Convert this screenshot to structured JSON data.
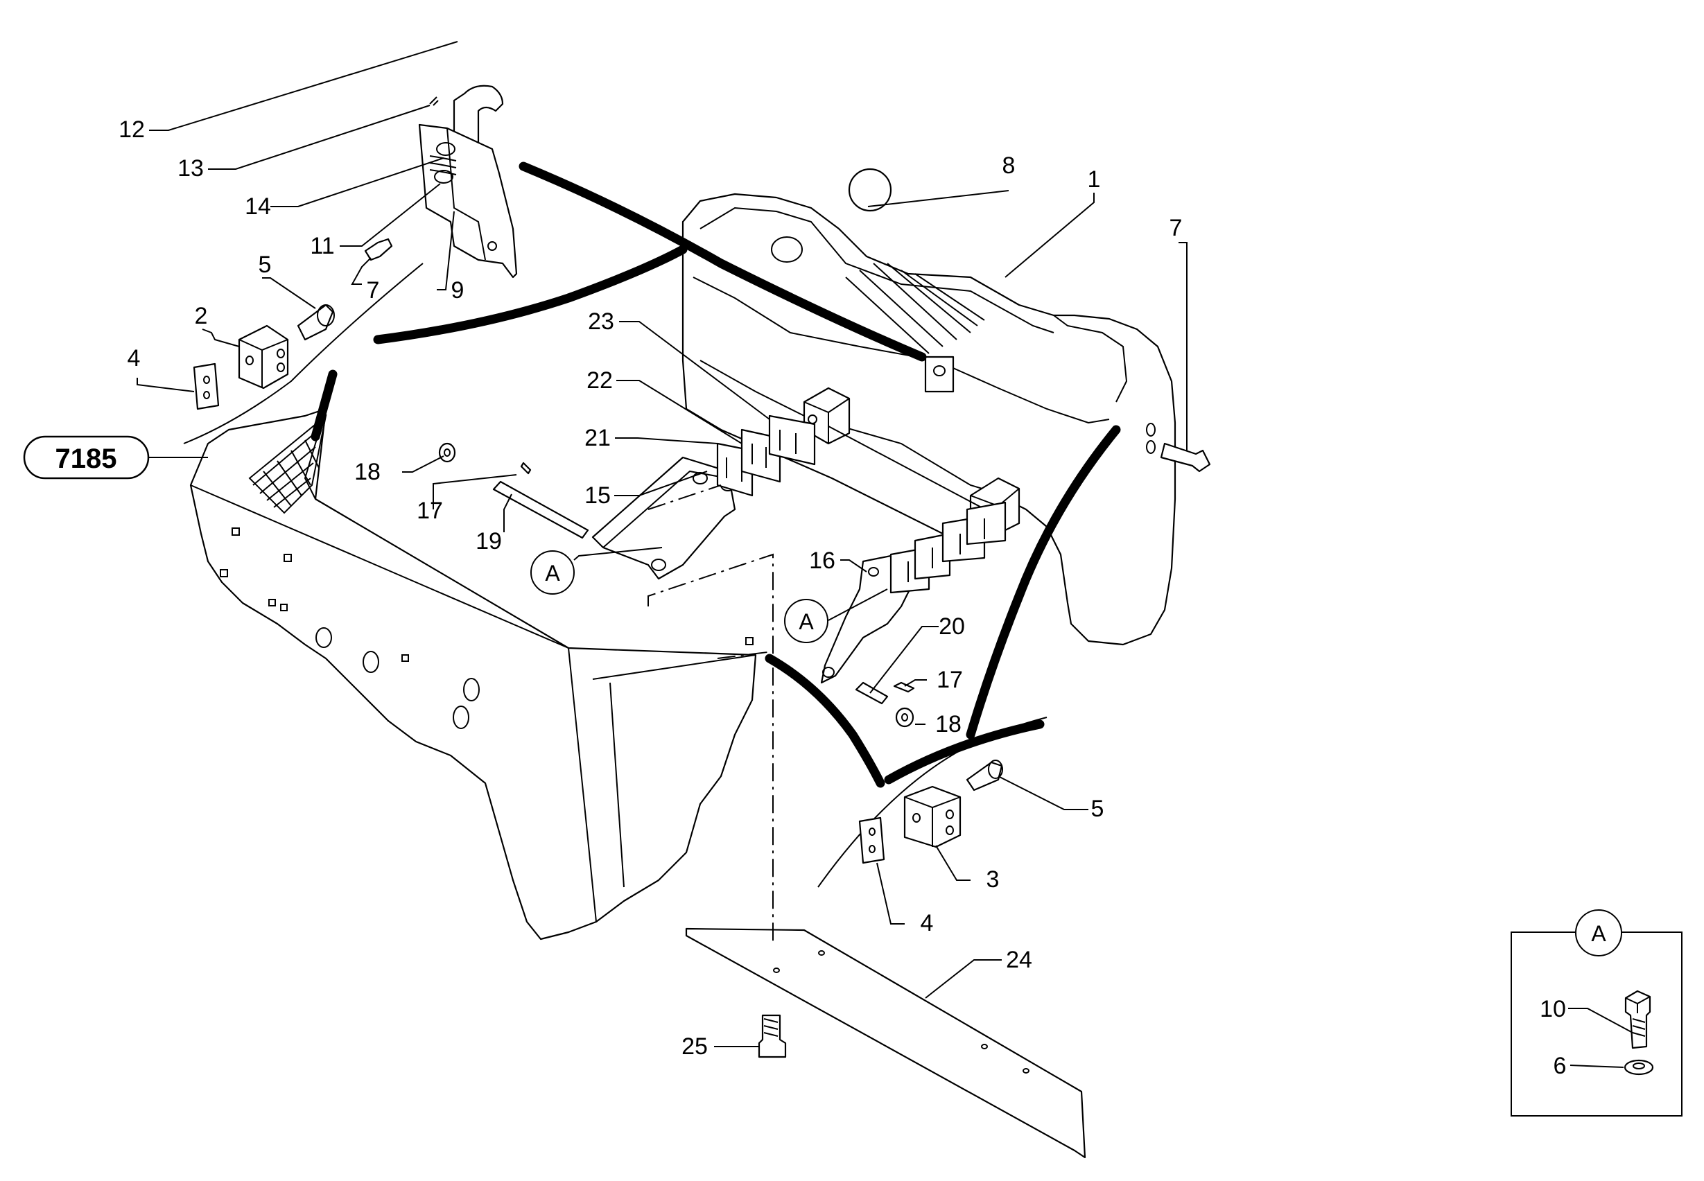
{
  "figure": {
    "reference_badge": "7185",
    "detail_marker": "A",
    "callouts": {
      "c1": "1",
      "c2": "2",
      "c3": "3",
      "c4a": "4",
      "c4b": "4",
      "c5a": "5",
      "c5b": "5",
      "c7a": "7",
      "c7b": "7",
      "c8": "8",
      "c9": "9",
      "c11": "11",
      "c12": "12",
      "c13": "13",
      "c14": "14",
      "c15": "15",
      "c16": "16",
      "c17a": "17",
      "c17b": "17",
      "c18a": "18",
      "c18b": "18",
      "c19": "19",
      "c20": "20",
      "c21": "21",
      "c22": "22",
      "c23": "23",
      "c24": "24",
      "c25": "25"
    },
    "detail_box": {
      "title": "A",
      "c10": "10",
      "c6": "6"
    }
  }
}
